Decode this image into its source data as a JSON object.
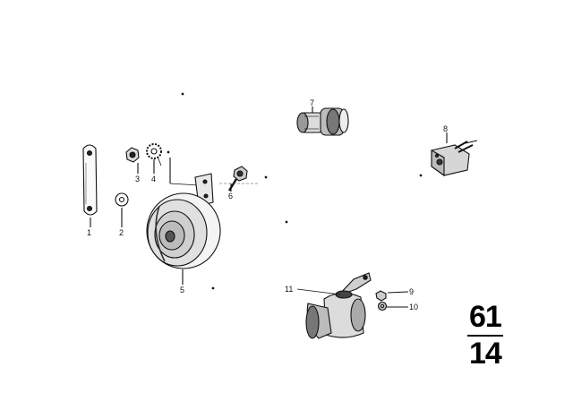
{
  "callouts": {
    "c1": "1",
    "c2": "2",
    "c3": "3",
    "c4": "4",
    "c5": "5",
    "c6": "6",
    "c7": "7",
    "c8": "8",
    "c9": "9",
    "c10": "10",
    "c11": "11"
  },
  "group": {
    "main": "61",
    "sub": "14"
  }
}
